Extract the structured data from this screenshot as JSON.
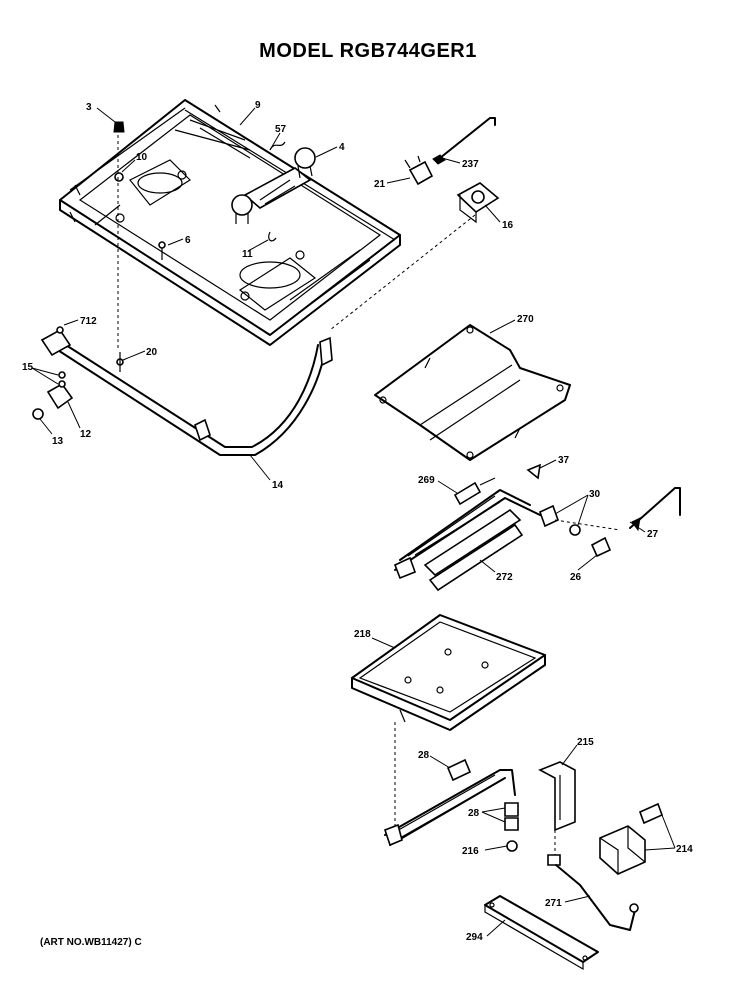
{
  "title": "MODEL RGB744GER1",
  "art_number": "(ART NO.WB11427) C",
  "callouts": {
    "p3": "3",
    "p9": "9",
    "p57": "57",
    "p4": "4",
    "p10": "10",
    "p237": "237",
    "p21": "21",
    "p16": "16",
    "p11": "11",
    "p6": "6",
    "p712": "712",
    "p20": "20",
    "p15": "15",
    "p12": "12",
    "p13": "13",
    "p14": "14",
    "p270": "270",
    "p37": "37",
    "p269": "269",
    "p30": "30",
    "p27": "27",
    "p26": "26",
    "p272": "272",
    "p218": "218",
    "p215": "215",
    "p28": "28",
    "p28b": "28",
    "p216": "216",
    "p214": "214",
    "p271": "271",
    "p294": "294"
  }
}
